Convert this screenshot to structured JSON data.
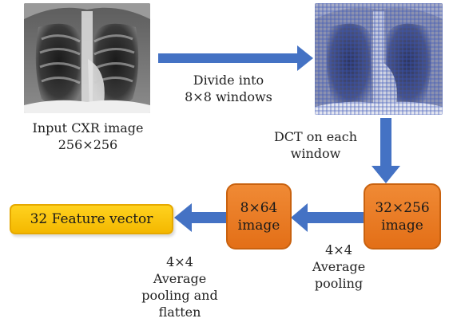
{
  "input_label": {
    "line1": "Input CXR image",
    "line2": "256×256"
  },
  "step_divide": {
    "line1": "Divide into",
    "line2": "8×8 windows"
  },
  "step_dct": {
    "line1": "DCT on each",
    "line2": "window"
  },
  "node_32x256": {
    "line1": "32×256",
    "line2": "image"
  },
  "step_pool1": {
    "line1": "4×4",
    "line2": "Average",
    "line3": "pooling"
  },
  "node_8x64": {
    "line1": "8×64",
    "line2": "image"
  },
  "step_pool2": {
    "line1": "4×4",
    "line2": "Average",
    "line3": "pooling and",
    "line4": "flatten"
  },
  "output_node": {
    "label": "32 Feature vector"
  },
  "colors": {
    "arrow": "#4472c4",
    "node_fill": "#ed7d31",
    "output_fill": "#ffc000",
    "grid": "#3b57b8"
  }
}
